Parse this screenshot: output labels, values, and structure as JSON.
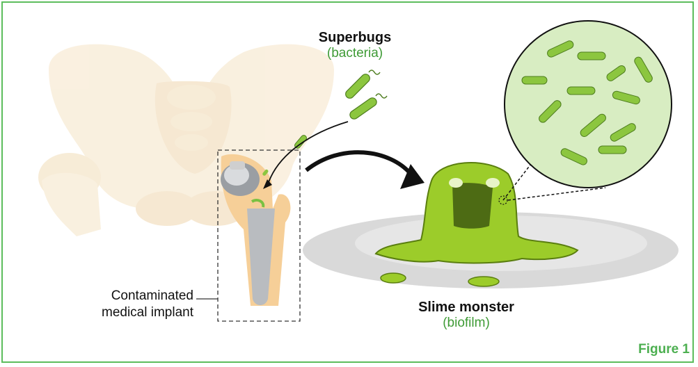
{
  "superbugs": {
    "title": "Superbugs",
    "subtitle": "(bacteria)"
  },
  "slime": {
    "title": "Slime monster",
    "subtitle": "(biofilm)"
  },
  "implant": {
    "line1": "Contaminated",
    "line2": "medical implant"
  },
  "figure_label": "Figure 1",
  "colors": {
    "border": "#5cbd5c",
    "accent_text": "#3f9b36",
    "figure_label": "#4caf50",
    "bacteria": "#8cc63f",
    "slime": "#9ccc2a",
    "bone": "#f2d7a8",
    "shadow": "#d9d9d9"
  },
  "icons": [
    "pelvis-illustration",
    "hip-implant-icon",
    "bacteria-icon",
    "slime-monster-icon",
    "magnifier-circle-icon",
    "curved-arrow-icon"
  ]
}
